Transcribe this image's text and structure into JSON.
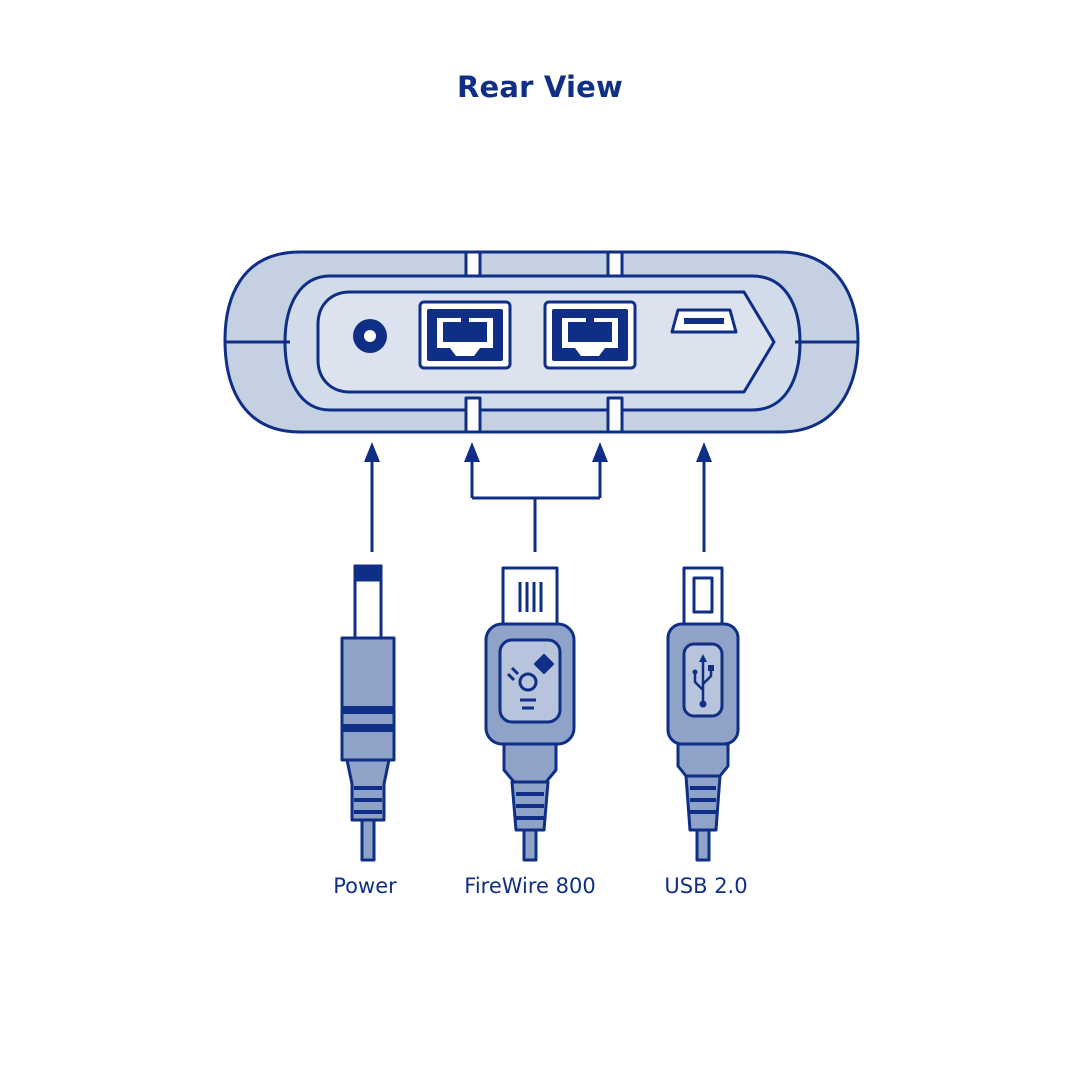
{
  "title": "Rear View",
  "labels": {
    "power": "Power",
    "firewire": "FireWire 800",
    "usb": "USB 2.0"
  },
  "colors": {
    "navy": "#0f2f86",
    "body_fill": "#c5d0e3",
    "panel_fill": "#dce3ef",
    "port_fill": "#0f2f86",
    "connector_fill": "#8fa3c8",
    "white": "#ffffff"
  },
  "icons": {
    "firewire_logo": "firewire-icon",
    "usb_logo": "usb-icon",
    "power_jack": "dc-jack-icon"
  }
}
